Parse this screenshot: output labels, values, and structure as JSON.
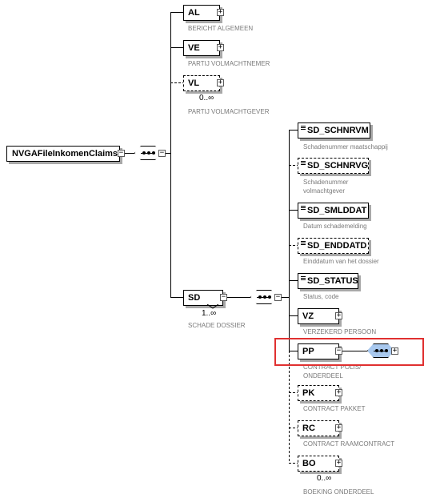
{
  "root": {
    "name": "NVGAFileInkomenClaims"
  },
  "top_children": [
    {
      "name": "AL",
      "desc": "BERICHT ALGEMEEN",
      "cardinality": ""
    },
    {
      "name": "VE",
      "desc": "PARTIJ VOLMACHTNEMER",
      "cardinality": ""
    },
    {
      "name": "VL",
      "desc": "PARTIJ VOLMACHTGEVER",
      "cardinality": "0..∞"
    },
    {
      "name": "SD",
      "desc": "SCHADE DOSSIER",
      "cardinality": "1..∞"
    }
  ],
  "sd_children": [
    {
      "name": "SD_SCHNRVM",
      "desc": "Schadenummer maatschappij"
    },
    {
      "name": "SD_SCHNRVG",
      "desc_lines": [
        "Schadenummer",
        "volmachtgever"
      ]
    },
    {
      "name": "SD_SMLDDAT",
      "desc": "Datum schademelding"
    },
    {
      "name": "SD_ENDDATD",
      "desc": "Einddatum van het dossier"
    },
    {
      "name": "SD_STATUS",
      "desc": "Status, code"
    },
    {
      "name": "VZ",
      "desc": "VERZEKERD PERSOON"
    },
    {
      "name": "PP",
      "desc_lines": [
        "CONTRACT POLIS/",
        "ONDERDEEL"
      ]
    },
    {
      "name": "PK",
      "desc": "CONTRACT PAKKET"
    },
    {
      "name": "RC",
      "desc": "CONTRACT RAAMCONTRACT"
    },
    {
      "name": "BO",
      "desc": "BOEKING ONDERDEEL",
      "cardinality": "0..∞"
    }
  ],
  "symbols": {
    "collapse": "−",
    "expand": "+"
  },
  "colors": {
    "highlight": "#e03030",
    "sequence_selected": "#a8c8ee",
    "description_text": "#7a7a7a",
    "shadow": "#a8a8a8"
  }
}
